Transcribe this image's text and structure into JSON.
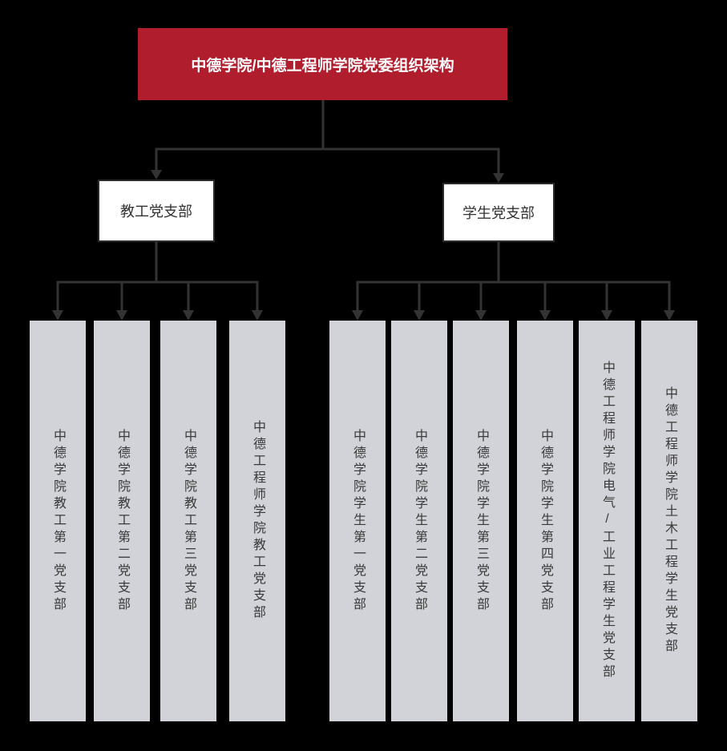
{
  "title": {
    "label": "中德学院/中德工程师学院党委组织架构"
  },
  "level2": [
    {
      "label": "教工党支部"
    },
    {
      "label": "学生党支部"
    }
  ],
  "faculty_branches": [
    {
      "label": "中德学院教工第一党支部"
    },
    {
      "label": "中德学院教工第二党支部"
    },
    {
      "label": "中德学院教工第三党支部"
    },
    {
      "label": "中德工程师学院教工党支部"
    }
  ],
  "student_branches": [
    {
      "label": "中德学院学生第一党支部"
    },
    {
      "label": "中德学院学生第二党支部"
    },
    {
      "label": "中德学院学生第三党支部"
    },
    {
      "label": "中德学院学生第四党支部"
    },
    {
      "label": "中德工程师学院电气/工业工程学生党支部"
    },
    {
      "label": "中德工程师学院土木工程学生党支部"
    }
  ],
  "colors": {
    "background": "#000000",
    "accent_red": "#b01e2e",
    "leaf_gray": "#d2d3d8",
    "line": "#333333",
    "box_border": "#2b2b2b",
    "title_text": "#ffffff",
    "body_text": "#3a3a3a"
  }
}
